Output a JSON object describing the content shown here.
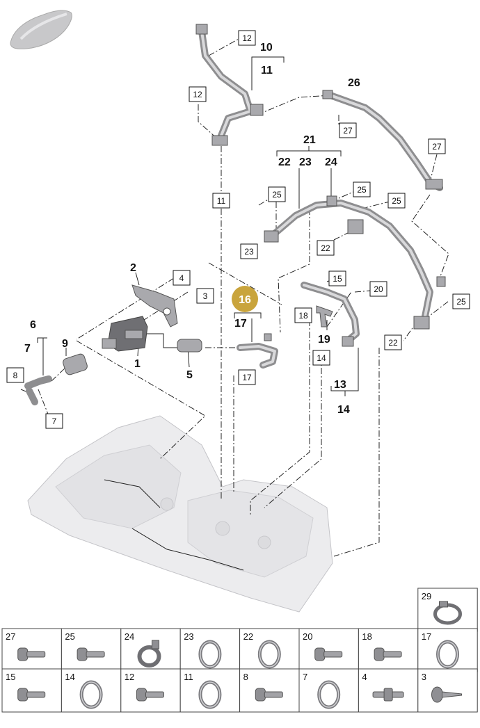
{
  "callouts": [
    {
      "id": "c10",
      "text": "10"
    },
    {
      "id": "c11",
      "text": "11"
    },
    {
      "id": "c26",
      "text": "26"
    },
    {
      "id": "c21",
      "text": "21"
    },
    {
      "id": "c22",
      "text": "22"
    },
    {
      "id": "c23",
      "text": "23"
    },
    {
      "id": "c24",
      "text": "24"
    },
    {
      "id": "c2",
      "text": "2"
    },
    {
      "id": "c6",
      "text": "6"
    },
    {
      "id": "c7",
      "text": "7"
    },
    {
      "id": "c9",
      "text": "9"
    },
    {
      "id": "c1",
      "text": "1"
    },
    {
      "id": "c5",
      "text": "5"
    },
    {
      "id": "c17",
      "text": "17"
    },
    {
      "id": "c19",
      "text": "19"
    },
    {
      "id": "c13",
      "text": "13"
    },
    {
      "id": "c14",
      "text": "14"
    }
  ],
  "highlight_callout": {
    "text": "16",
    "color": "#c9a43c"
  },
  "boxed_refs": [
    "12",
    "12",
    "27",
    "27",
    "11",
    "25",
    "25",
    "25",
    "23",
    "22",
    "4",
    "3",
    "15",
    "20",
    "18",
    "14",
    "17",
    "8",
    "7",
    "25",
    "22"
  ],
  "parts_table": {
    "row1": [
      {
        "num": "29",
        "icon": "hose-clamp-icon"
      }
    ],
    "row2": [
      {
        "num": "27",
        "icon": "flange-bolt-icon"
      },
      {
        "num": "25",
        "icon": "flange-bolt-icon"
      },
      {
        "num": "24",
        "icon": "clip-icon"
      },
      {
        "num": "23",
        "icon": "seal-ring-icon"
      },
      {
        "num": "22",
        "icon": "seal-ring-icon"
      },
      {
        "num": "20",
        "icon": "flange-bolt-icon"
      },
      {
        "num": "18",
        "icon": "flange-bolt-icon"
      },
      {
        "num": "17",
        "icon": "seal-ring-icon"
      }
    ],
    "row3": [
      {
        "num": "15",
        "icon": "flange-bolt-icon"
      },
      {
        "num": "14",
        "icon": "seal-ring-icon"
      },
      {
        "num": "12",
        "icon": "flange-bolt-icon"
      },
      {
        "num": "11",
        "icon": "seal-ring-icon"
      },
      {
        "num": "8",
        "icon": "flange-bolt-icon"
      },
      {
        "num": "7",
        "icon": "seal-ring-icon"
      },
      {
        "num": "4",
        "icon": "stud-bolt-icon"
      },
      {
        "num": "3",
        "icon": "screw-icon"
      }
    ]
  }
}
